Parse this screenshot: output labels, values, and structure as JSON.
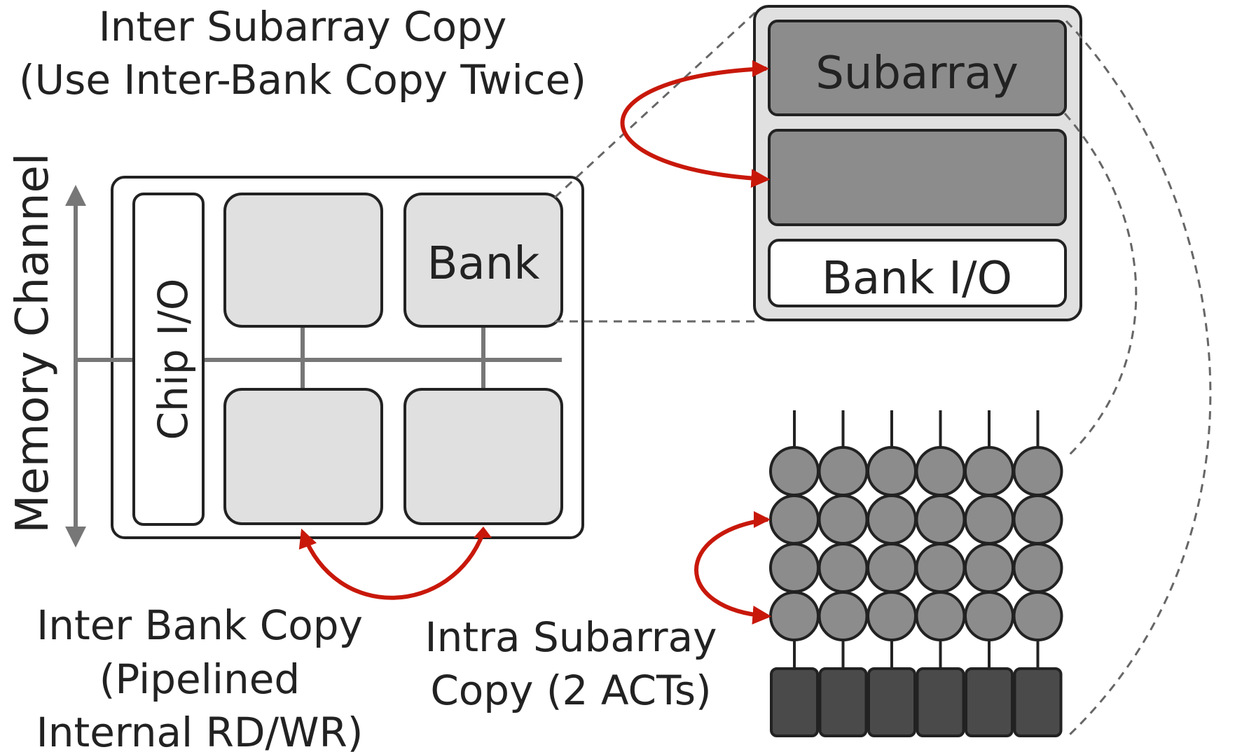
{
  "labels": {
    "inter_subarray_line1": "Inter Subarray Copy",
    "inter_subarray_line2": "(Use Inter-Bank Copy Twice)",
    "memory_channel": "Memory Channel",
    "chip_io": "Chip I/O",
    "bank": "Bank",
    "subarray": "Subarray",
    "bank_io": "Bank I/O",
    "inter_bank_line1": "Inter Bank Copy",
    "inter_bank_line2": "(Pipelined",
    "inter_bank_line3": "Internal RD/WR)",
    "intra_subarray_line1": "Intra Subarray",
    "intra_subarray_line2": "Copy (2 ACTs)"
  },
  "colors": {
    "arrow_red": "#c8180a",
    "bus_gray": "#777777",
    "bank_fill": "#e0e0e0",
    "subarray_fill": "#8c8c8c",
    "cell_fill": "#8c8c8c",
    "sense_amp_fill": "#4a4a4a",
    "outline": "#222222",
    "dashed_line": "#666666"
  },
  "cell_grid": {
    "rows": 4,
    "cols": 6
  }
}
